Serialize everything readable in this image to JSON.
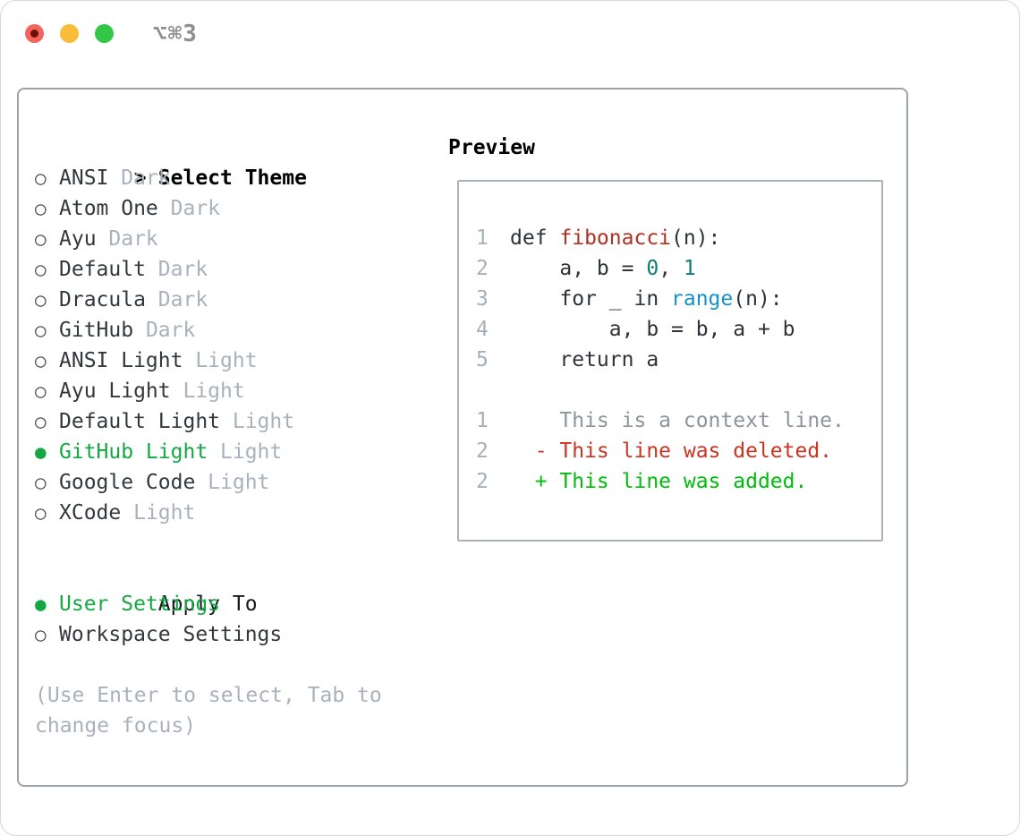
{
  "window": {
    "title": "⌥⌘3"
  },
  "icons": {
    "radio_selected": "●",
    "radio_unselected": "○",
    "selection_caret": ">"
  },
  "theme_list": {
    "title": "Select Theme",
    "items": [
      {
        "name": "ANSI",
        "variant": "Dark",
        "selected": false
      },
      {
        "name": "Atom One",
        "variant": "Dark",
        "selected": false
      },
      {
        "name": "Ayu",
        "variant": "Dark",
        "selected": false
      },
      {
        "name": "Default",
        "variant": "Dark",
        "selected": false
      },
      {
        "name": "Dracula",
        "variant": "Dark",
        "selected": false
      },
      {
        "name": "GitHub",
        "variant": "Dark",
        "selected": false
      },
      {
        "name": "ANSI Light",
        "variant": "Light",
        "selected": false
      },
      {
        "name": "Ayu Light",
        "variant": "Light",
        "selected": false
      },
      {
        "name": "Default Light",
        "variant": "Light",
        "selected": false
      },
      {
        "name": "GitHub Light",
        "variant": "Light",
        "selected": true
      },
      {
        "name": "Google Code",
        "variant": "Light",
        "selected": false
      },
      {
        "name": "XCode",
        "variant": "Light",
        "selected": false
      }
    ]
  },
  "apply_to": {
    "title": "Apply To",
    "options": [
      {
        "name": "User Settings",
        "selected": true
      },
      {
        "name": "Workspace Settings",
        "selected": false
      }
    ]
  },
  "hint": "(Use Enter to select, Tab to change focus)",
  "preview": {
    "title": "Preview",
    "lines": [
      {
        "num": "1",
        "tokens": [
          {
            "t": "def ",
            "c": "plain"
          },
          {
            "t": "fibonacci",
            "c": "function"
          },
          {
            "t": "(n):",
            "c": "plain"
          }
        ]
      },
      {
        "num": "2",
        "tokens": [
          {
            "t": "    a, b = ",
            "c": "plain"
          },
          {
            "t": "0",
            "c": "number"
          },
          {
            "t": ", ",
            "c": "plain"
          },
          {
            "t": "1",
            "c": "number"
          }
        ]
      },
      {
        "num": "3",
        "tokens": [
          {
            "t": "    for _ in ",
            "c": "plain"
          },
          {
            "t": "range",
            "c": "builtin"
          },
          {
            "t": "(n):",
            "c": "plain"
          }
        ]
      },
      {
        "num": "4",
        "tokens": [
          {
            "t": "        a, b = b, a + b",
            "c": "plain"
          }
        ]
      },
      {
        "num": "5",
        "tokens": [
          {
            "t": "    return a",
            "c": "plain"
          }
        ]
      },
      {
        "num": "",
        "tokens": []
      },
      {
        "num": "1",
        "tokens": [
          {
            "t": "    This is a context line.",
            "c": "context"
          }
        ]
      },
      {
        "num": "2",
        "tokens": [
          {
            "t": "  - This line was deleted.",
            "c": "deleted"
          }
        ]
      },
      {
        "num": "2",
        "tokens": [
          {
            "t": "  + This line was added.",
            "c": "added"
          }
        ]
      }
    ]
  },
  "colors": {
    "selection_green": "#14a843",
    "item_text": "#33383d",
    "muted": "#a9b1bd",
    "bullet_unselected": "#44494f",
    "plain": "#2d3338",
    "function": "#b23020",
    "number": "#0c7d74",
    "builtin": "#1591cc",
    "gutter": "#a6b0bb",
    "context": "#8d949c",
    "deleted": "#ca3420",
    "added": "#00bc0c"
  }
}
